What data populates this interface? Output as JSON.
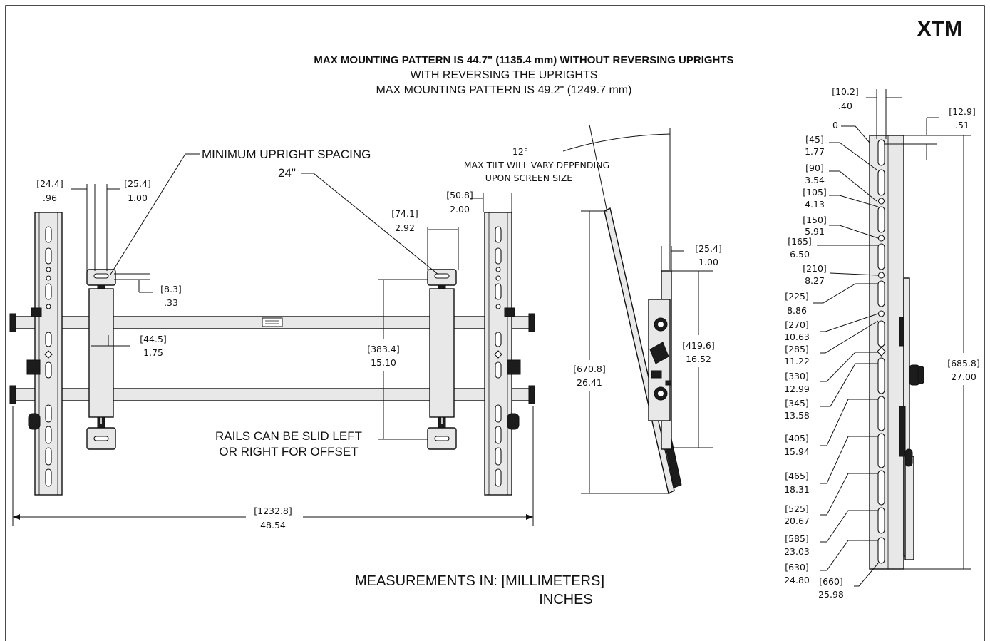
{
  "header": {
    "model": "XTM",
    "note_line1": "MAX MOUNTING PATTERN IS 44.7\" (1135.4 mm) WITHOUT REVERSING UPRIGHTS",
    "note_line2": "WITH REVERSING THE UPRIGHTS",
    "note_line3": "MAX MOUNTING PATTERN IS 49.2\" (1249.7 mm)"
  },
  "front_view": {
    "min_spacing_label": "MINIMUM UPRIGHT SPACING",
    "min_spacing_value": "24\"",
    "rails_note_line1": "RAILS CAN BE SLID LEFT",
    "rails_note_line2": "OR RIGHT FOR OFFSET",
    "dims": [
      {
        "mm": "[24.4]",
        "in": ".96"
      },
      {
        "mm": "[25.4]",
        "in": "1.00"
      },
      {
        "mm": "[8.3]",
        "in": ".33"
      },
      {
        "mm": "[44.5]",
        "in": "1.75"
      },
      {
        "mm": "[383.4]",
        "in": "15.10"
      },
      {
        "mm": "[74.1]",
        "in": "2.92"
      },
      {
        "mm": "[50.8]",
        "in": "2.00"
      },
      {
        "mm": "[1232.8]",
        "in": "48.54"
      }
    ]
  },
  "side_view": {
    "tilt_angle": "12°",
    "tilt_note_line1": "MAX TILT WILL VARY DEPENDING",
    "tilt_note_line2": "UPON SCREEN SIZE",
    "dims": [
      {
        "mm": "[25.4]",
        "in": "1.00"
      },
      {
        "mm": "[419.6]",
        "in": "16.52"
      },
      {
        "mm": "[670.8]",
        "in": "26.41"
      }
    ]
  },
  "upright_view": {
    "top_dims": [
      {
        "mm": "[10.2]",
        "in": ".40"
      },
      {
        "mm": "[12.9]",
        "in": ".51"
      }
    ],
    "height_dim": {
      "mm": "[685.8]",
      "in": "27.00"
    },
    "zero_label": "0",
    "hole_positions": [
      {
        "mm": "[45]",
        "in": "1.77"
      },
      {
        "mm": "[90]",
        "in": "3.54"
      },
      {
        "mm": "[105]",
        "in": "4.13"
      },
      {
        "mm": "[150]",
        "in": "5.91"
      },
      {
        "mm": "[165]",
        "in": "6.50"
      },
      {
        "mm": "[210]",
        "in": "8.27"
      },
      {
        "mm": "[225]",
        "in": "8.86"
      },
      {
        "mm": "[270]",
        "in": "10.63"
      },
      {
        "mm": "[285]",
        "in": "11.22"
      },
      {
        "mm": "[330]",
        "in": "12.99"
      },
      {
        "mm": "[345]",
        "in": "13.58"
      },
      {
        "mm": "[405]",
        "in": "15.94"
      },
      {
        "mm": "[465]",
        "in": "18.31"
      },
      {
        "mm": "[525]",
        "in": "20.67"
      },
      {
        "mm": "[585]",
        "in": "23.03"
      },
      {
        "mm": "[630]",
        "in": "24.80"
      },
      {
        "mm": "[660]",
        "in": "25.98"
      }
    ]
  },
  "footer": {
    "units_line1": "MEASUREMENTS IN: [MILLIMETERS]",
    "units_line2": "INCHES"
  }
}
